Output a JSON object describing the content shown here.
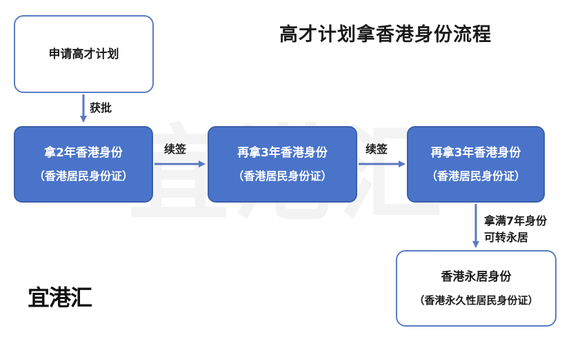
{
  "title": "高才计划拿香港身份流程",
  "watermark": "宜港汇",
  "logo": "宜港汇",
  "nodes": {
    "apply": {
      "line1": "申请高才计划"
    },
    "visa2": {
      "line1": "拿2年香港身份",
      "line2": "（香港居民身份证）"
    },
    "visa3a": {
      "line1": "再拿3年香港身份",
      "line2": "（香港居民身份证）"
    },
    "visa3b": {
      "line1": "再拿3年香港身份",
      "line2": "（香港居民身份证）"
    },
    "permanent": {
      "line1": "香港永居身份",
      "line2": "（香港永久性居民身份证）"
    }
  },
  "edges": {
    "approved": "获批",
    "renew1": "续签",
    "renew2": "续签",
    "permanent_line1": "拿满7年身份",
    "permanent_line2": "可转永居"
  },
  "colors": {
    "box_blue": "#4a74c9",
    "box_border": "#5b7cc2",
    "arrow": "#5a79c0"
  }
}
